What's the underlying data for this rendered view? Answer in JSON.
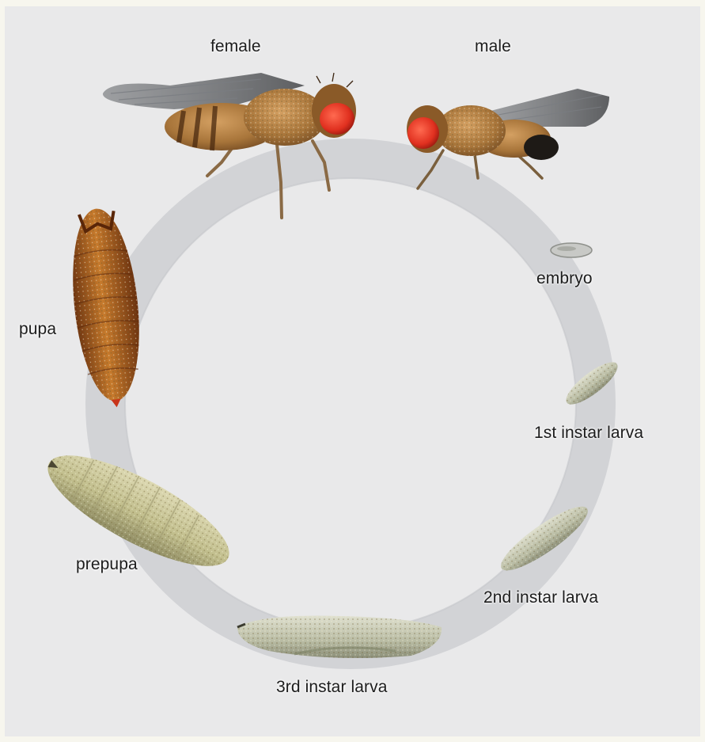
{
  "diagram": {
    "stages": {
      "female": "female",
      "male": "male",
      "embryo": "embryo",
      "first_instar": "1st instar larva",
      "second_instar": "2nd instar larva",
      "third_instar": "3rd instar larva",
      "prepupa": "prepupa",
      "pupa": "pupa"
    },
    "colors": {
      "background": "#e9e9ea",
      "cycle_ring": "#d2d3d6",
      "fly_body": "#a8753a",
      "fly_eye": "#e0301f",
      "pupa": "#a3541c",
      "larva": "#c9c69a"
    }
  }
}
